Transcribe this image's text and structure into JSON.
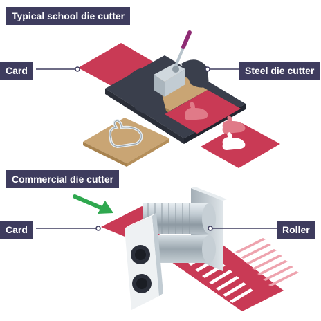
{
  "sections": {
    "school_title": "Typical school die cutter",
    "commercial_title": "Commercial die cutter"
  },
  "labels": {
    "card_top": "Card",
    "steel_die_cutter": "Steel die cutter",
    "card_bottom": "Card",
    "roller": "Roller"
  },
  "colors": {
    "label_bg": "#3e3c5e",
    "card": "#c93a55",
    "card_light": "#e07a88",
    "machine_dark": "#3a3f4c",
    "wood": "#c9a574",
    "steel": "#b8c4cc",
    "arrow": "#2fa84f",
    "leader_line": "#3e3c5e"
  },
  "icons": [
    "bunny-shape-icon",
    "feed-direction-arrow-icon"
  ]
}
